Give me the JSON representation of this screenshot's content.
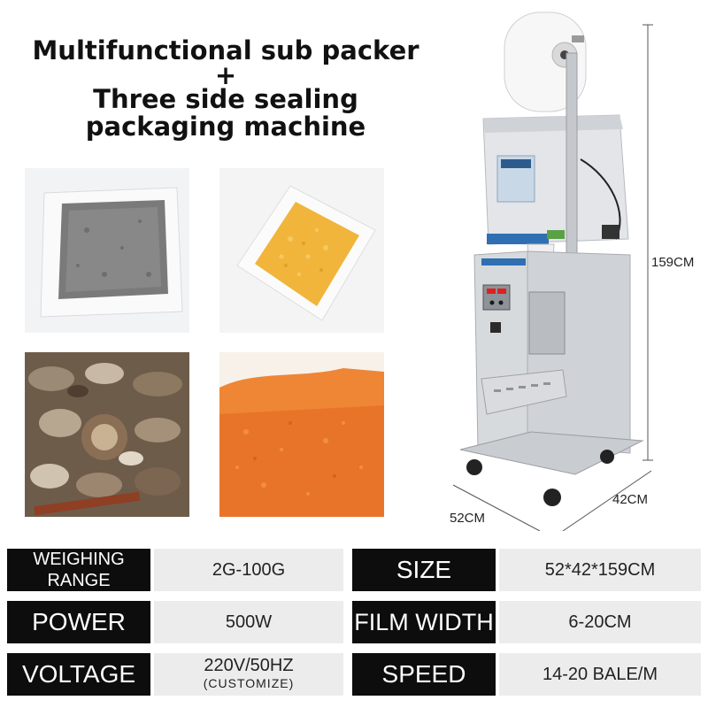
{
  "title": {
    "line1": "Multifunctional sub packer",
    "line2": "+",
    "line3": "Three side sealing",
    "line4": "packaging machine"
  },
  "dimensions": {
    "height": "159CM",
    "width": "52CM",
    "depth": "42CM"
  },
  "specs": {
    "weighing_range_label_1": "WEIGHING",
    "weighing_range_label_2": "RANGE",
    "weighing_range_value": "2G-100G",
    "size_label": "SIZE",
    "size_value": "52*42*159CM",
    "power_label": "POWER",
    "power_value": "500W",
    "film_width_label": "FILM WIDTH",
    "film_width_value": "6-20CM",
    "voltage_label": "VOLTAGE",
    "voltage_value": "220V/50HZ",
    "voltage_note": "(CUSTOMIZE)",
    "speed_label": "SPEED",
    "speed_value": "14-20 BALE/M"
  },
  "colors": {
    "label_bg": "#0d0d0d",
    "value_bg": "#ececec",
    "powder": "#e8742a",
    "granule": "#f1b53c"
  }
}
